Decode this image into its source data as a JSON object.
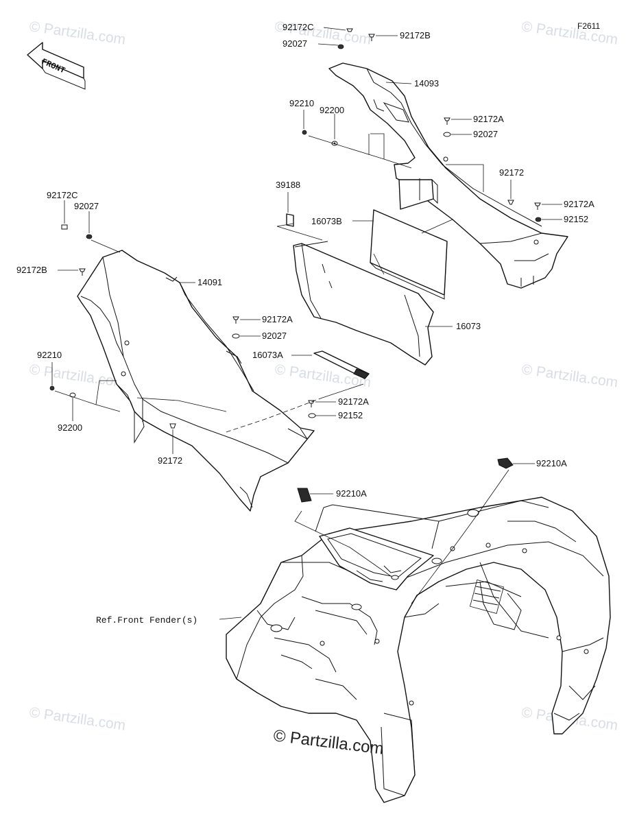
{
  "figure_code": "F2611",
  "front_arrow_label": "FRONT",
  "watermark": {
    "faint_text": "© Partzilla.com",
    "center_text": "© Partzilla.com"
  },
  "parts": {
    "p92172C_top": "92172C",
    "p92027_top": "92027",
    "p92172B_top": "92172B",
    "p14093": "14093",
    "p92210_top": "92210",
    "p92200_top": "92200",
    "p92172A_r1": "92172A",
    "p92027_r1": "92027",
    "p92172_r": "92172",
    "p92172A_r2": "92172A",
    "p92152_r": "92152",
    "p39188": "39188",
    "p16073B": "16073B",
    "p92172C_left": "92172C",
    "p92027_left": "92027",
    "p92172B_left": "92172B",
    "p14091": "14091",
    "p92172A_mid": "92172A",
    "p92027_mid": "92027",
    "p16073A": "16073A",
    "p16073": "16073",
    "p92210_left": "92210",
    "p92200_left": "92200",
    "p92172A_low": "92172A",
    "p92152_low": "92152",
    "p92172_left": "92172",
    "p92210A_right": "92210A",
    "p92210A_left": "92210A",
    "ref_front_fender": "Ref.Front Fender(s)"
  }
}
